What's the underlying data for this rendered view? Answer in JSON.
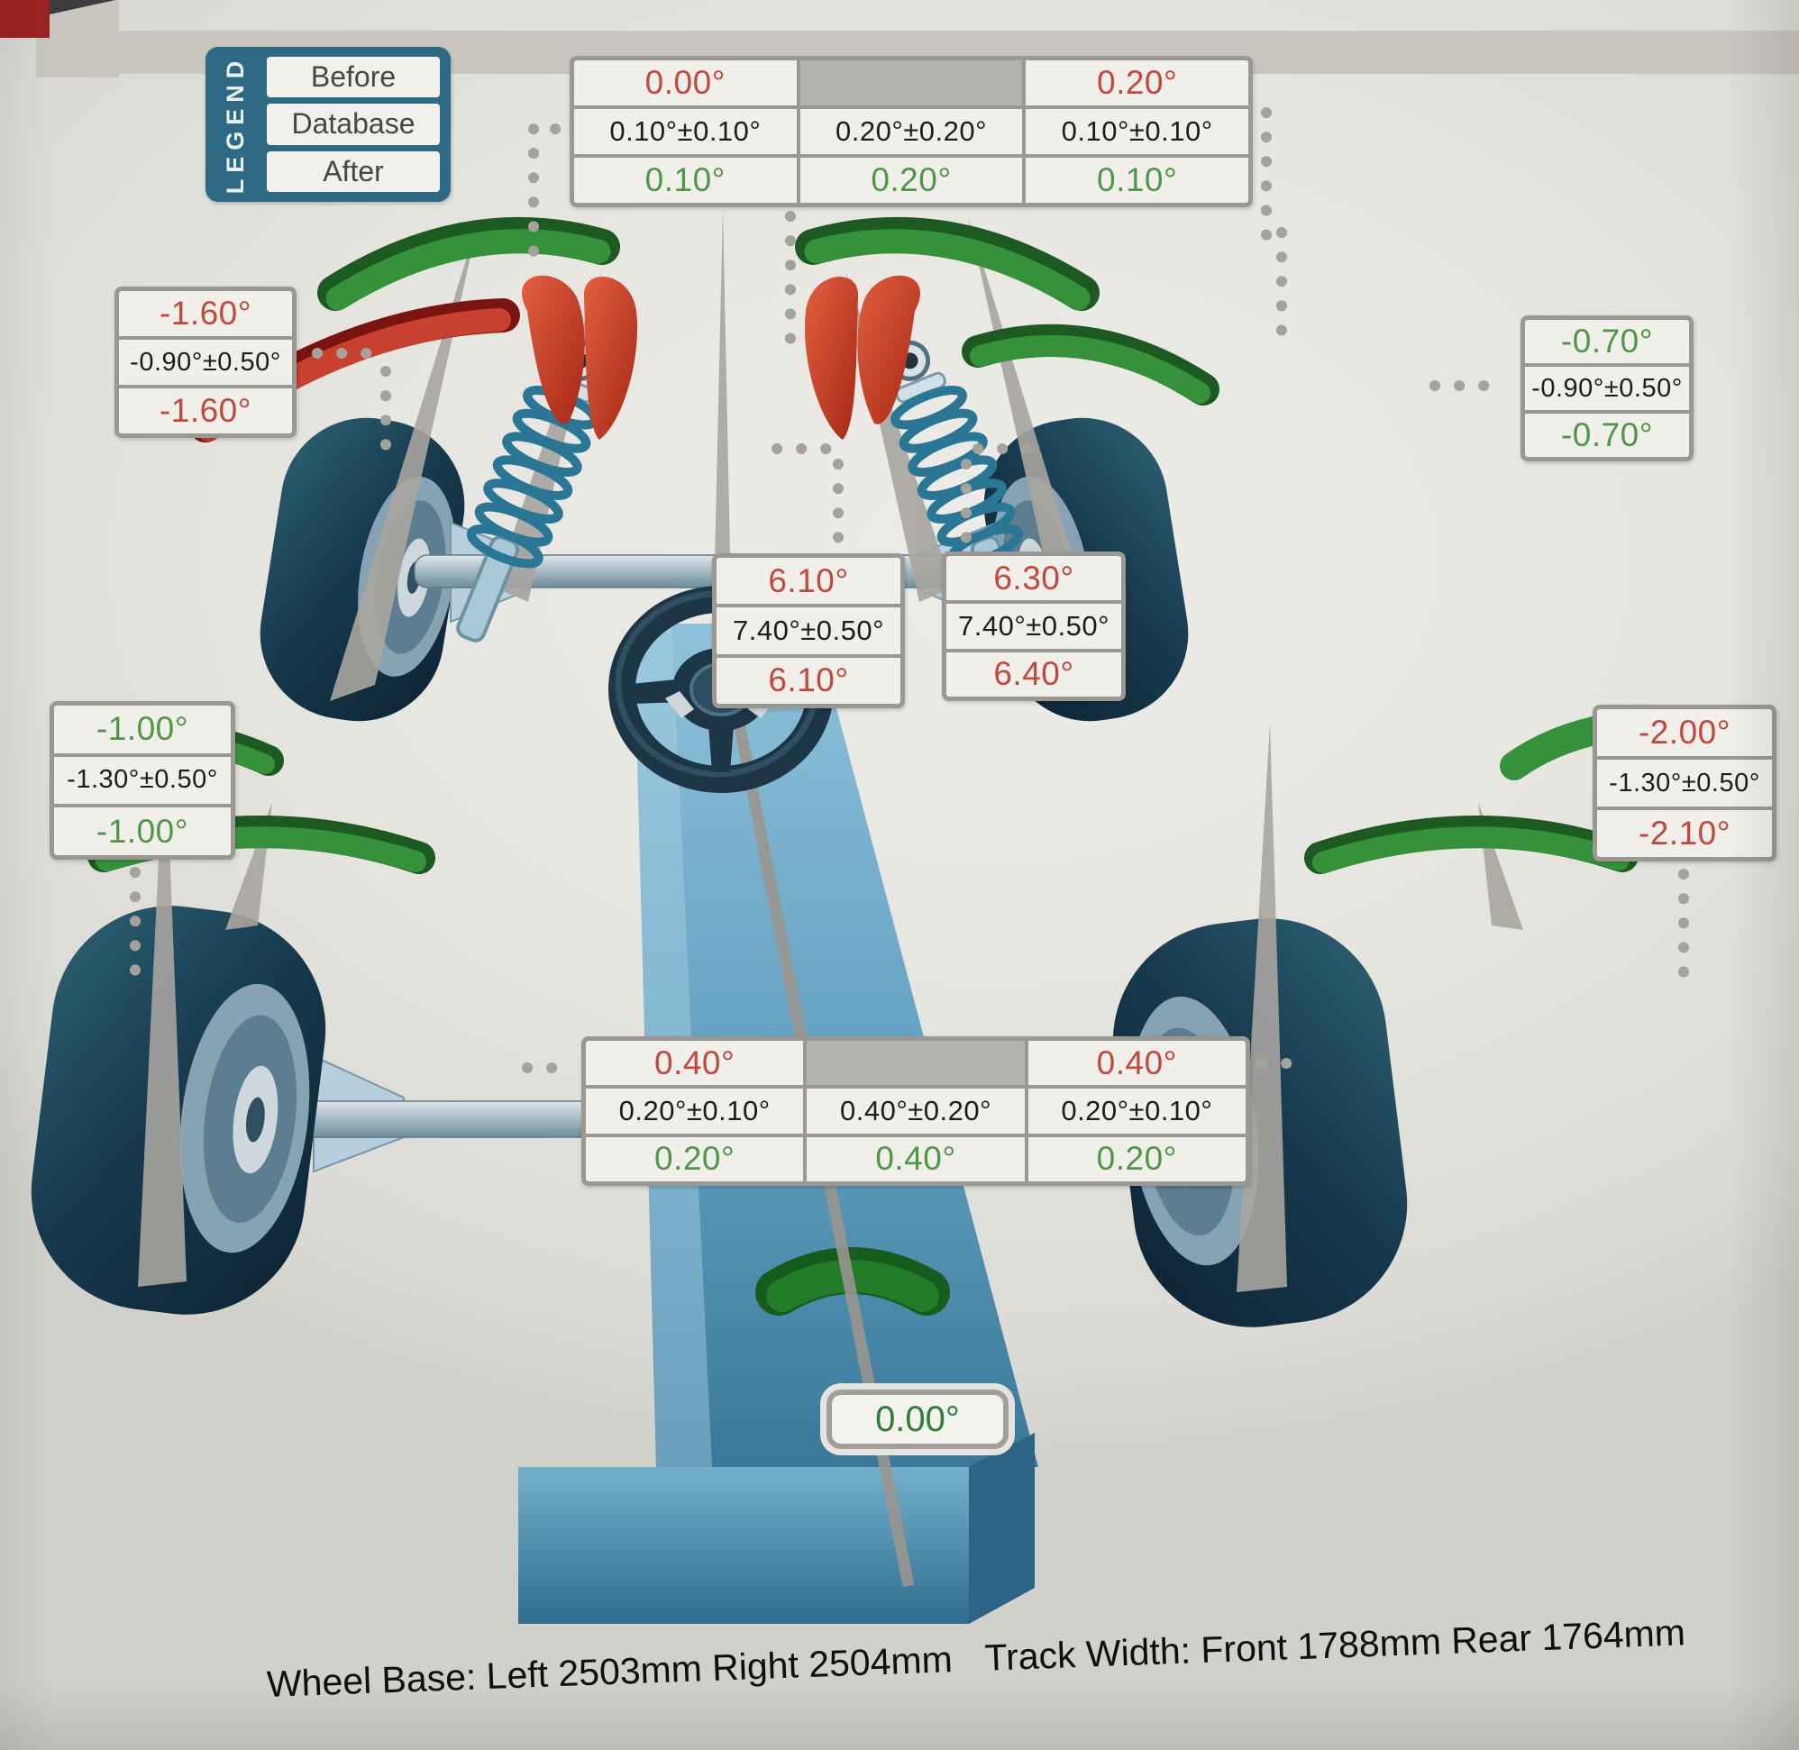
{
  "legend": {
    "title": "LEGEND",
    "rows": [
      "Before",
      "Database",
      "After"
    ]
  },
  "front_toe": {
    "left": {
      "before": "0.00°",
      "before_color": "red",
      "spec": "0.10°±0.10°",
      "after": "0.10°",
      "after_color": "green"
    },
    "total": {
      "spec": "0.20°±0.20°",
      "after": "0.20°",
      "after_color": "green"
    },
    "right": {
      "before": "0.20°",
      "before_color": "red",
      "spec": "0.10°±0.10°",
      "after": "0.10°",
      "after_color": "green"
    }
  },
  "front_left_camber": {
    "before": "-1.60°",
    "before_color": "red",
    "spec": "-0.90°±0.50°",
    "after": "-1.60°",
    "after_color": "red"
  },
  "front_right_camber": {
    "before": "-0.70°",
    "before_color": "green",
    "spec": "-0.90°±0.50°",
    "after": "-0.70°",
    "after_color": "green"
  },
  "left_caster": {
    "before": "6.10°",
    "before_color": "red",
    "spec": "7.40°±0.50°",
    "after": "6.10°",
    "after_color": "red"
  },
  "right_caster": {
    "before": "6.30°",
    "before_color": "red",
    "spec": "7.40°±0.50°",
    "after": "6.40°",
    "after_color": "red"
  },
  "rear_left_camber": {
    "before": "-1.00°",
    "before_color": "green",
    "spec": "-1.30°±0.50°",
    "after": "-1.00°",
    "after_color": "green"
  },
  "rear_right_camber": {
    "before": "-2.00°",
    "before_color": "red",
    "spec": "-1.30°±0.50°",
    "after": "-2.10°",
    "after_color": "red"
  },
  "rear_toe": {
    "left": {
      "before": "0.40°",
      "before_color": "red",
      "spec": "0.20°±0.10°",
      "after": "0.20°",
      "after_color": "green"
    },
    "total": {
      "spec": "0.40°±0.20°",
      "after": "0.40°",
      "after_color": "green"
    },
    "right": {
      "before": "0.40°",
      "before_color": "red",
      "spec": "0.20°±0.10°",
      "after": "0.20°",
      "after_color": "green"
    }
  },
  "thrust_angle": {
    "value": "0.00°",
    "value_color": "green"
  },
  "footer": {
    "wheel_base": "Wheel Base: Left 2503mm Right 2504mm",
    "track_width": "Track Width: Front 1788mm Rear 1764mm"
  },
  "colors": {
    "out_of_spec_red": "#c2473c",
    "in_spec_green": "#4f9747",
    "spec_black": "#1c1c1c",
    "legend_teal": "#2e6a83"
  }
}
